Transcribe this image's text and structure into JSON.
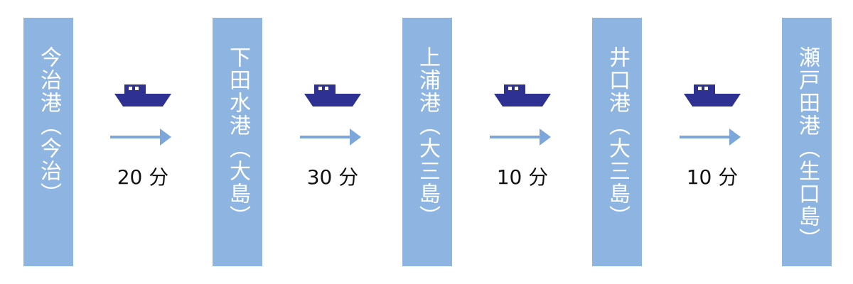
{
  "colors": {
    "port_bar": "#8eb4e2",
    "port_text": "#ffffff",
    "boat": "#2e3192",
    "arrow": "#7da6db",
    "duration_text": "#111111"
  },
  "ports": [
    {
      "name": "今治港",
      "island": "（今治）"
    },
    {
      "name": "下田水港",
      "island": "（大島）"
    },
    {
      "name": "上浦港",
      "island": "（大三島）"
    },
    {
      "name": "井口港",
      "island": "（大三島）"
    },
    {
      "name": "瀬戸田港",
      "island": "（生口島）"
    }
  ],
  "legs": [
    {
      "duration": "20 分",
      "icon": "boat-icon"
    },
    {
      "duration": "30 分",
      "icon": "boat-icon"
    },
    {
      "duration": "10 分",
      "icon": "boat-icon"
    },
    {
      "duration": "10 分",
      "icon": "boat-icon"
    }
  ]
}
